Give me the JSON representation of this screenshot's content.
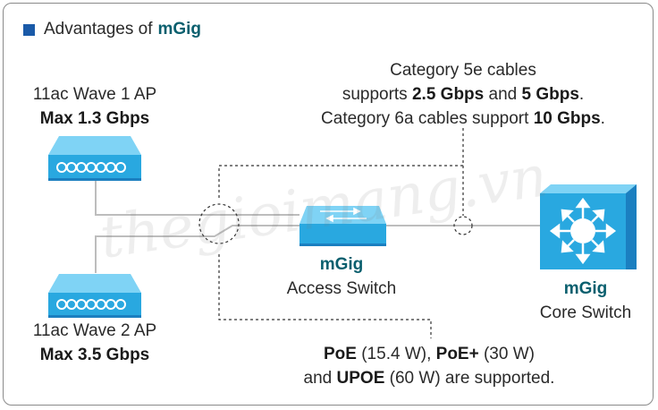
{
  "title": {
    "prefix": "Advantages of",
    "highlight": "mGig"
  },
  "ap1": {
    "line1": "11ac Wave 1 AP",
    "line2": "Max 1.3 Gbps"
  },
  "ap2": {
    "line1": "11ac Wave 2 AP",
    "line2": "Max 3.5 Gbps"
  },
  "cables": {
    "line1": "Category 5e cables",
    "l2_a": "supports ",
    "l2_b": "2.5 Gbps",
    "l2_c": " and ",
    "l2_d": "5 Gbps",
    "l2_e": ".",
    "l3_a": "Category 6a cables support ",
    "l3_b": "10 Gbps",
    "l3_c": "."
  },
  "access_switch": {
    "label_top": "mGig",
    "label_bottom": "Access Switch"
  },
  "core_switch": {
    "label_top": "mGig",
    "label_bottom": "Core Switch"
  },
  "poe": {
    "a": "PoE",
    "b": " (15.4 W), ",
    "c": "PoE+",
    "d": " (30 W)",
    "e": "and ",
    "f": "UPOE",
    "g": " (60 W) are supported."
  },
  "watermark": "thegioimang.vn",
  "colors": {
    "device": "#29a8e0",
    "device_dark": "#1b7fc0",
    "device_light": "#7fd3f5",
    "teal": "#0a5f6e",
    "bullet": "#1a5aa8"
  }
}
